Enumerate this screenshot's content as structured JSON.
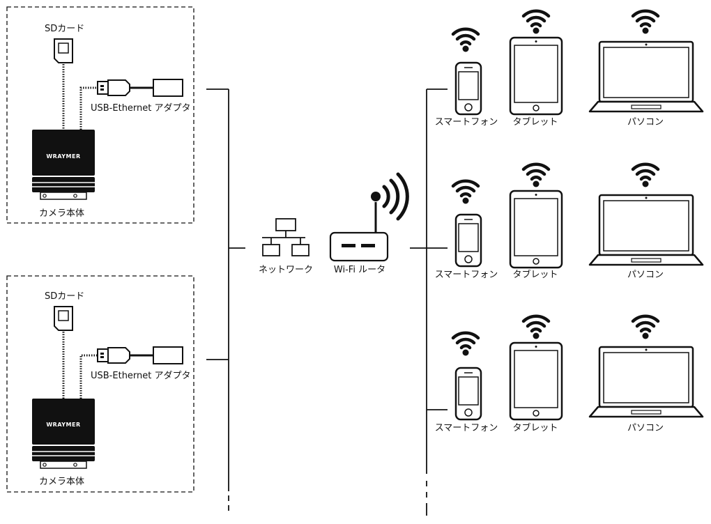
{
  "camera_units": [
    {
      "sd_label": "SDカード",
      "usb_label": "USB-Ethernet アダプタ",
      "camera_label": "カメラ本体",
      "brand": "WRAYMER"
    },
    {
      "sd_label": "SDカード",
      "usb_label": "USB-Ethernet アダプタ",
      "camera_label": "カメラ本体",
      "brand": "WRAYMER"
    }
  ],
  "network": {
    "label": "ネットワーク"
  },
  "router": {
    "label": "Wi-Fi ルータ"
  },
  "client_rows": [
    {
      "smartphone_label": "スマートフォン",
      "tablet_label": "タブレット",
      "pc_label": "パソコン"
    },
    {
      "smartphone_label": "スマートフォン",
      "tablet_label": "タブレット",
      "pc_label": "パソコン"
    },
    {
      "smartphone_label": "スマートフォン",
      "tablet_label": "タブレット",
      "pc_label": "パソコン"
    }
  ],
  "icons": [
    "sd-card-icon",
    "usb-dongle-icon",
    "ethernet-adapter-icon",
    "camera-icon",
    "network-icon",
    "router-icon",
    "wifi-icon",
    "smartphone-icon",
    "tablet-icon",
    "laptop-icon"
  ]
}
